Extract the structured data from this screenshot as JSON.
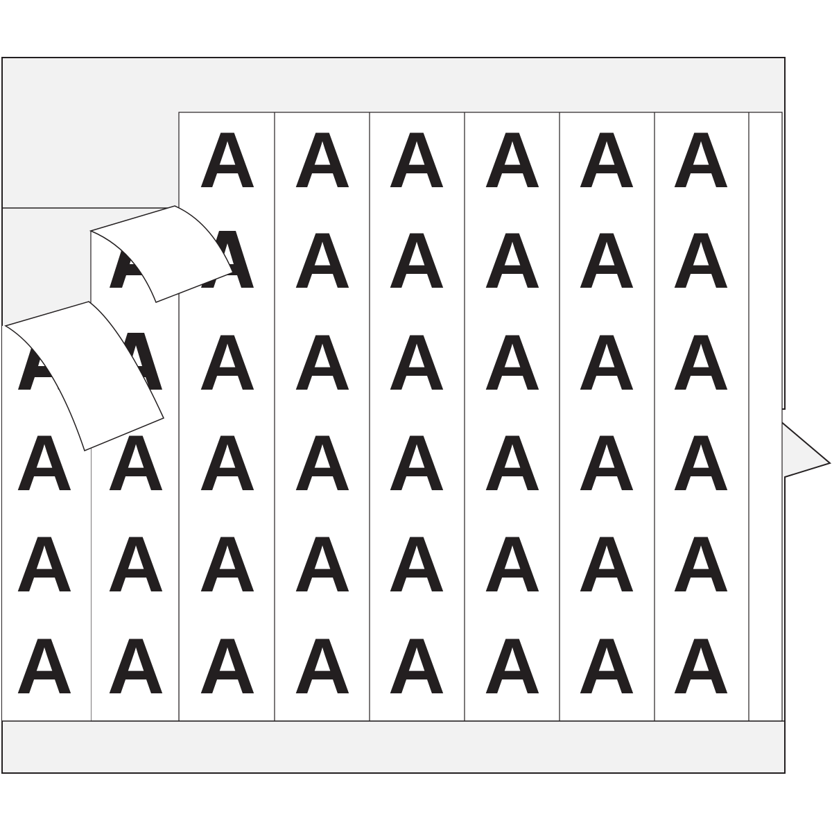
{
  "sheet": {
    "marker_character": "A",
    "columns": 8,
    "rows": 6,
    "peeled_markers": 2,
    "colors": {
      "liner": "#f2f2f2",
      "label": "#ffffff",
      "ink": "#231f20",
      "outline": "#231f20"
    }
  }
}
